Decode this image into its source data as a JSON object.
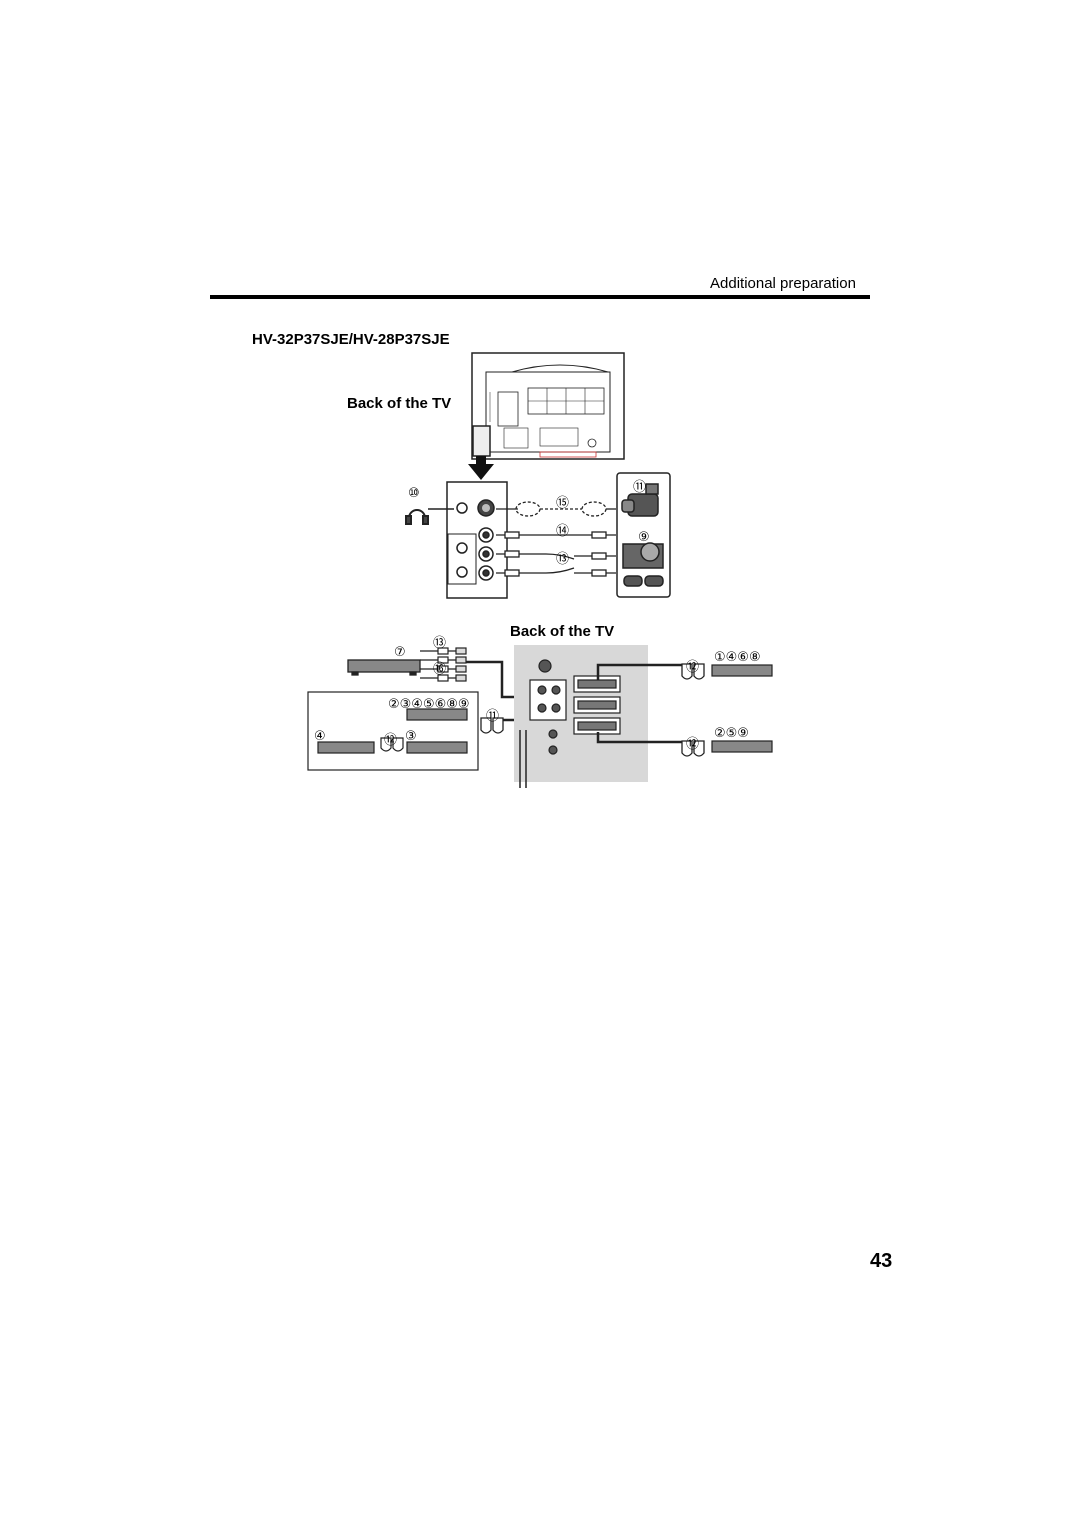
{
  "header": {
    "section_title": "Additional preparation"
  },
  "model_heading": "HV-32P37SJE/HV-28P37SJE",
  "diagram_top": {
    "label": "Back of the TV",
    "callouts": {
      "headphones": "⑩",
      "camcorder": "⑪",
      "s_video_cable": "⑮",
      "video_cable": "⑭",
      "audio_cable": "⑬",
      "game_console": "⑨"
    }
  },
  "diagram_bottom": {
    "label": "Back of the TV",
    "callouts": {
      "rca_cable_a": "⑬",
      "rca_cable_b": "⑯",
      "device_left": "⑦",
      "group_devices": "②③④⑤⑥⑧⑨",
      "device_four": "④",
      "scart_left": "⑫",
      "device_three": "③",
      "scart_mid": "⑪",
      "scart_upper_right": "⑫",
      "devices_upper_right": "①④⑥⑧",
      "scart_lower_right": "⑫",
      "devices_lower_right": "②⑤⑨"
    }
  },
  "page_number": "43"
}
